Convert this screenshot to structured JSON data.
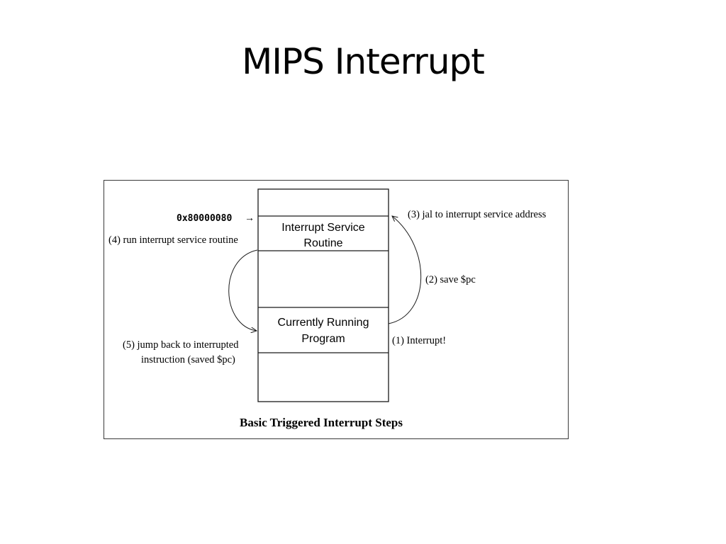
{
  "slide": {
    "title": "MIPS Interrupt"
  },
  "diagram": {
    "address": "0x80000080",
    "address_arrow": "→",
    "memory_blocks": {
      "isr_line1": "Interrupt Service",
      "isr_line2": "Routine",
      "program_line1": "Currently Running",
      "program_line2": "Program"
    },
    "steps": {
      "step1": "(1) Interrupt!",
      "step2": "(2) save $pc",
      "step3": "(3) jal to interrupt service address",
      "step4": "(4) run interrupt service routine",
      "step5_line1": "(5) jump back to interrupted",
      "step5_line2": "instruction (saved $pc)"
    },
    "caption": "Basic Triggered Interrupt Steps",
    "colors": {
      "stroke": "#1a1a1a",
      "text": "#000000"
    }
  }
}
